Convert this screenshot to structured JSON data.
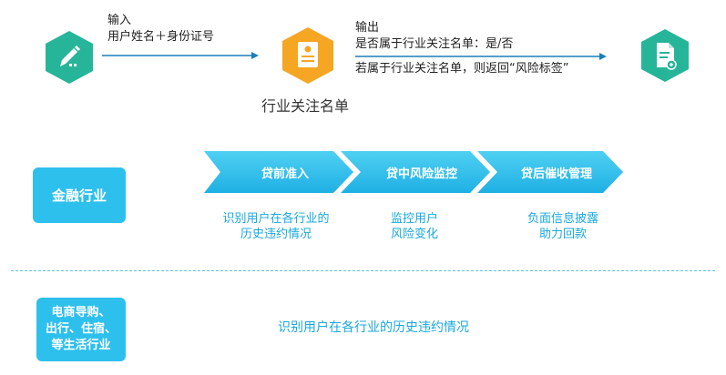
{
  "flow": {
    "input": {
      "title": "输入",
      "detail": "用户姓名＋身份证号"
    },
    "list": {
      "label": "行业关注名单"
    },
    "output": {
      "title": "输出",
      "line1": "是否属于行业关注名单：是/否",
      "line2": "若属于行业关注名单，则返回“风险标签”"
    }
  },
  "finance": {
    "label": "金融行业",
    "stages": [
      {
        "label": "贷前准入",
        "desc1": "识别用户在各行业的",
        "desc2": "历史违约情况"
      },
      {
        "label": "贷中风险监控",
        "desc1": "监控用户",
        "desc2": "风险变化"
      },
      {
        "label": "贷后催收管理",
        "desc1": "负面信息披露",
        "desc2": "助力回款"
      }
    ]
  },
  "ecommerce": {
    "label_lines": [
      "电商导购、",
      "出行、住宿、",
      "等生活行业"
    ],
    "desc": "识别用户在各行业的历史违约情况"
  },
  "colors": {
    "green": "#27b59a",
    "orange": "#f5a623",
    "cyan": "#2ec0ec",
    "arrow": "#1a7fb8"
  }
}
